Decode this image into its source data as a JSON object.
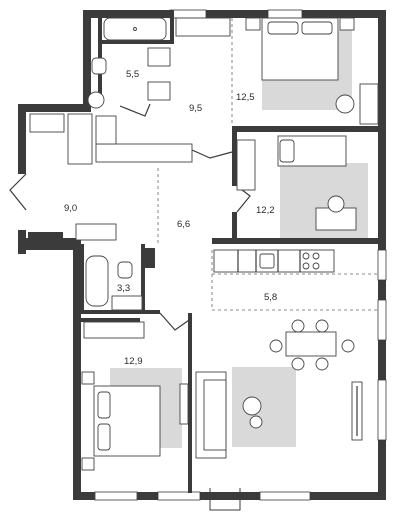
{
  "rooms": [
    {
      "id": "bath-1",
      "area": "5,5"
    },
    {
      "id": "hall-upper",
      "area": "9,5"
    },
    {
      "id": "bedroom-1",
      "area": "12,5"
    },
    {
      "id": "entry",
      "area": "9,0"
    },
    {
      "id": "corridor",
      "area": "6,6"
    },
    {
      "id": "bedroom-2",
      "area": "12,2"
    },
    {
      "id": "bath-2",
      "area": "3,3"
    },
    {
      "id": "kitchen",
      "area": "5,8"
    },
    {
      "id": "bedroom-3",
      "area": "12,9"
    }
  ],
  "colors": {
    "wall": "#3b3b3b",
    "rug": "#d9d9d9",
    "background": "#ffffff"
  }
}
